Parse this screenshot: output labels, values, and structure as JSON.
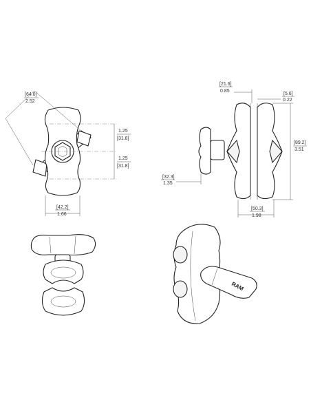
{
  "dimensions": {
    "diag_mm": "[64.0]",
    "diag_in": "2.52",
    "upper_in": "1.25",
    "upper_mm": "[31.8]",
    "lower_in": "1.25",
    "lower_mm": "[31.8]",
    "width_mm": "[42.2]",
    "width_in": "1.66",
    "top_mm": "[21.6]",
    "top_in": "0.85",
    "gap_mm": "[5.6]",
    "gap_in": "0.22",
    "height_mm": "[89.2]",
    "height_in": "3.51",
    "knob_mm": "[32.3]",
    "knob_in": "1.35",
    "depth_mm": "[50.3]",
    "depth_in": "1.98"
  },
  "logo_text": "RAM"
}
